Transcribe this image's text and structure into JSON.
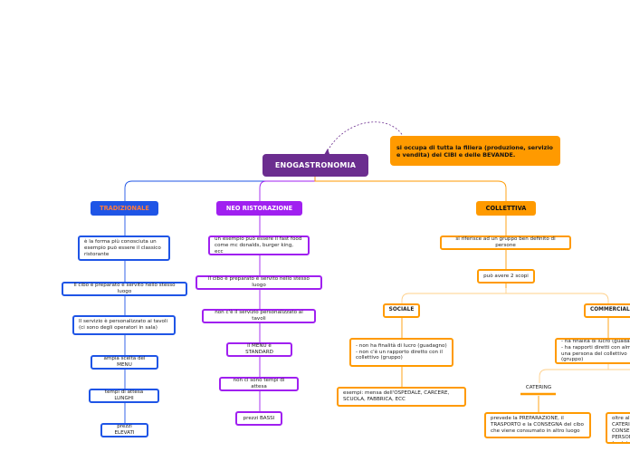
{
  "root": "ENOGASTRONOMIA",
  "note": "si occupa di tutta la filiera (produzione, servizio e  vendita) dei CIBI e delle BEVANDE.",
  "tradizionale": {
    "title": "TRADIZIONALE",
    "items": [
      "è la forma più conosciuta un esempio può essere il classico ristorante",
      "Il cibo è preparato e servito nello stesso luogo",
      "Il servizio è personalizzato ai tavoli (ci sono degli operatori in sala)",
      "ampia scelta del MENU",
      "tempi di attesa LUNGHI",
      "prezzi ELEVATI"
    ]
  },
  "neo": {
    "title": "NEO RISTORAZIONE",
    "items": [
      "un esempio può essere il fast food come mc donalds, burger king, ecc",
      "il cibo è preparato è servito nello stesso luogo",
      "non c'è il servizio personalizzato ai tavoli",
      "il MENU è STANDARD",
      "non ci sono tempi di attesa",
      "prezzi BASSI"
    ]
  },
  "collettiva": {
    "title": "COLLETTIVA",
    "desc": "si riferisce ad un gruppo ben definito di persone",
    "scopi": "può avere 2 scopi",
    "sociale": {
      "title": "SOCIALE",
      "desc": "- non ha finalità di lucro (guadagno)\n- non c'è un rapporto diretto con il collettivo (gruppo)",
      "examples": "esempi: mensa dell'OSPEDALE, CARCERE, SCUOLA, FABBRICA, ECC"
    },
    "commerciale": {
      "title": "COMMERCIALE",
      "desc": "- ha finalità di lucro (guadagno)\n- ha rapporti diretti con almeno una persona del collettivo (gruppo)",
      "catering": "CATERING",
      "catering_desc": "prevede la PREPARAZIONE, il TRASPORTO  e la CONSEGNA del cibo che viene consumato in altro luogo",
      "other_desc": "oltre al CATERING c'è la CONSEGNA di PERSONALE (matrimoni)"
    }
  },
  "colors": {
    "root": "#6b2d8f",
    "blue": "#1f55e6",
    "purple": "#a020f0",
    "orange": "#ff9a00"
  }
}
